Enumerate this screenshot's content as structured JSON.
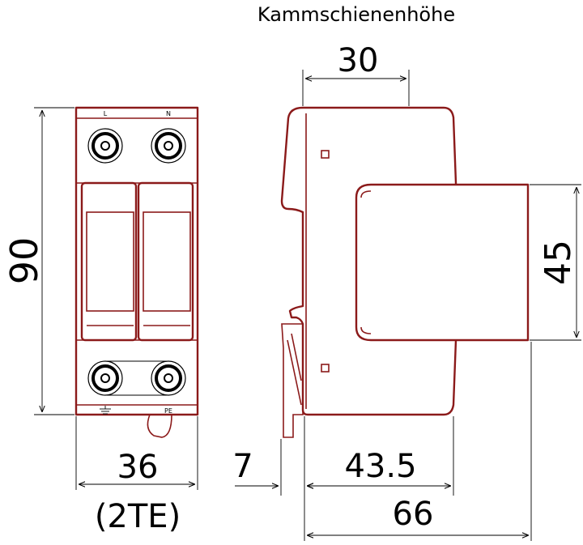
{
  "title": "Kammschienenhöhe",
  "dimensions": {
    "comb_height": "30",
    "height": "90",
    "module_height": "45",
    "width": "36",
    "width_units": "(2TE)",
    "offset": "7",
    "depth_front": "43.5",
    "depth_total": "66"
  },
  "terminal_labels": {
    "l": "L",
    "n": "N",
    "pe": "PE"
  },
  "colors": {
    "outline": "#8b1a1a",
    "dimension": "#000000"
  }
}
